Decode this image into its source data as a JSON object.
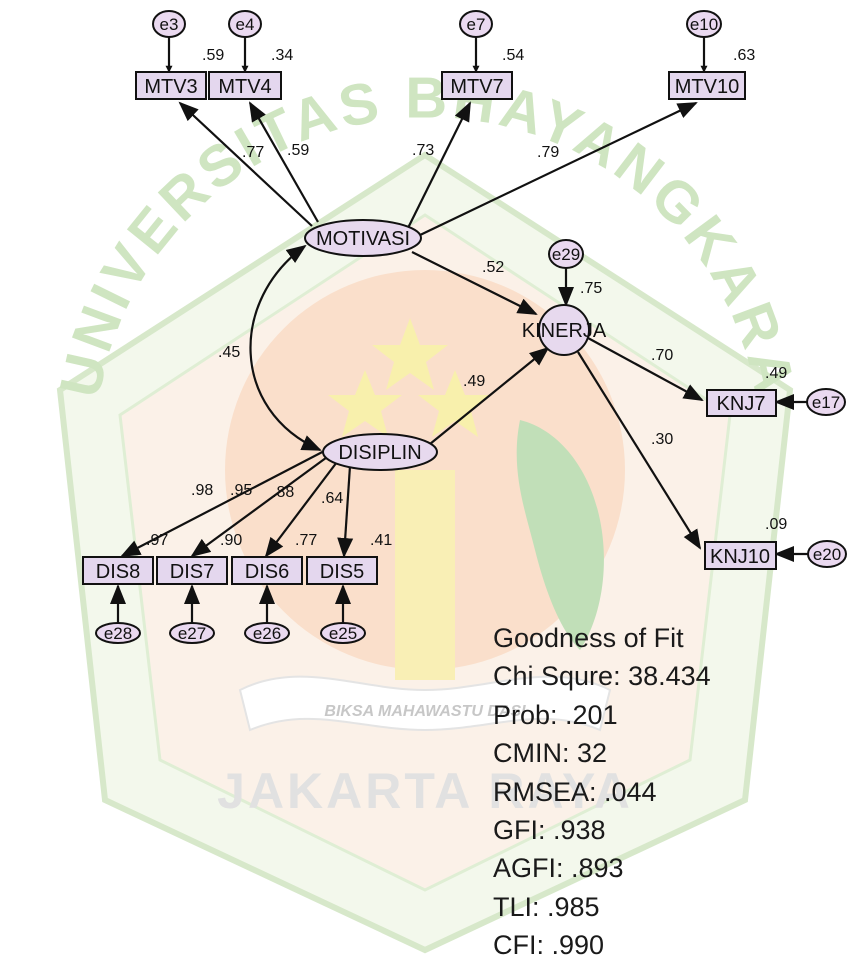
{
  "watermark": {
    "arc_top": "UNIVERSITAS BHAYANGKARA",
    "motto": "BIKSA MAHAWASTU DASI",
    "bottom": "JAKARTA RAYA"
  },
  "latents": {
    "motivasi": "MOTIVASI",
    "disiplin": "DISIPLIN",
    "kinerja": "KINERJA"
  },
  "indicators": {
    "mtv3": "MTV3",
    "mtv4": "MTV4",
    "mtv7": "MTV7",
    "mtv10": "MTV10",
    "dis8": "DIS8",
    "dis7": "DIS7",
    "dis6": "DIS6",
    "dis5": "DIS5",
    "knj7": "KNJ7",
    "knj10": "KNJ10"
  },
  "errors": {
    "e3": "e3",
    "e4": "e4",
    "e7": "e7",
    "e10": "e10",
    "e28": "e28",
    "e27": "e27",
    "e26": "e26",
    "e25": "e25",
    "e17": "e17",
    "e20": "e20",
    "e29": "e29"
  },
  "r2": {
    "mtv3": ".59",
    "mtv4": ".34",
    "mtv7": ".54",
    "mtv10": ".63",
    "dis8": ".97",
    "dis7": ".90",
    "dis6": ".77",
    "dis5": ".41",
    "knj7": ".49",
    "knj10": ".09",
    "kinerja": ".75"
  },
  "loadings": {
    "mtv3": ".77",
    "mtv4": ".59",
    "mtv7": ".73",
    "mtv10": ".79",
    "dis8": ".98",
    "dis7": ".95",
    "dis6": ".88",
    "dis5": ".64",
    "knj7": ".70",
    "knj10": ".30"
  },
  "paths": {
    "motivasi_kinerja": ".52",
    "disiplin_kinerja": ".49",
    "motivasi_disiplin": ".45"
  },
  "fit": {
    "title": "Goodness of Fit",
    "chi": "Chi Squre: 38.434",
    "prob": "Prob: .201",
    "cmin": "CMIN: 32",
    "rmsea": "RMSEA: .044",
    "gfi": "GFI: .938",
    "agfi": "AGFI: .893",
    "tli": "TLI: .985",
    "cfi": "CFI: .990"
  },
  "colors": {
    "indicator_fill": "#e4d7ee",
    "latent_fill": "#e7d9ee",
    "error_fill": "#ead9f0",
    "line": "#111111",
    "watermark_green": "#7fbf6a",
    "watermark_orange": "#f3a777",
    "watermark_yellow": "#f3e46a"
  }
}
